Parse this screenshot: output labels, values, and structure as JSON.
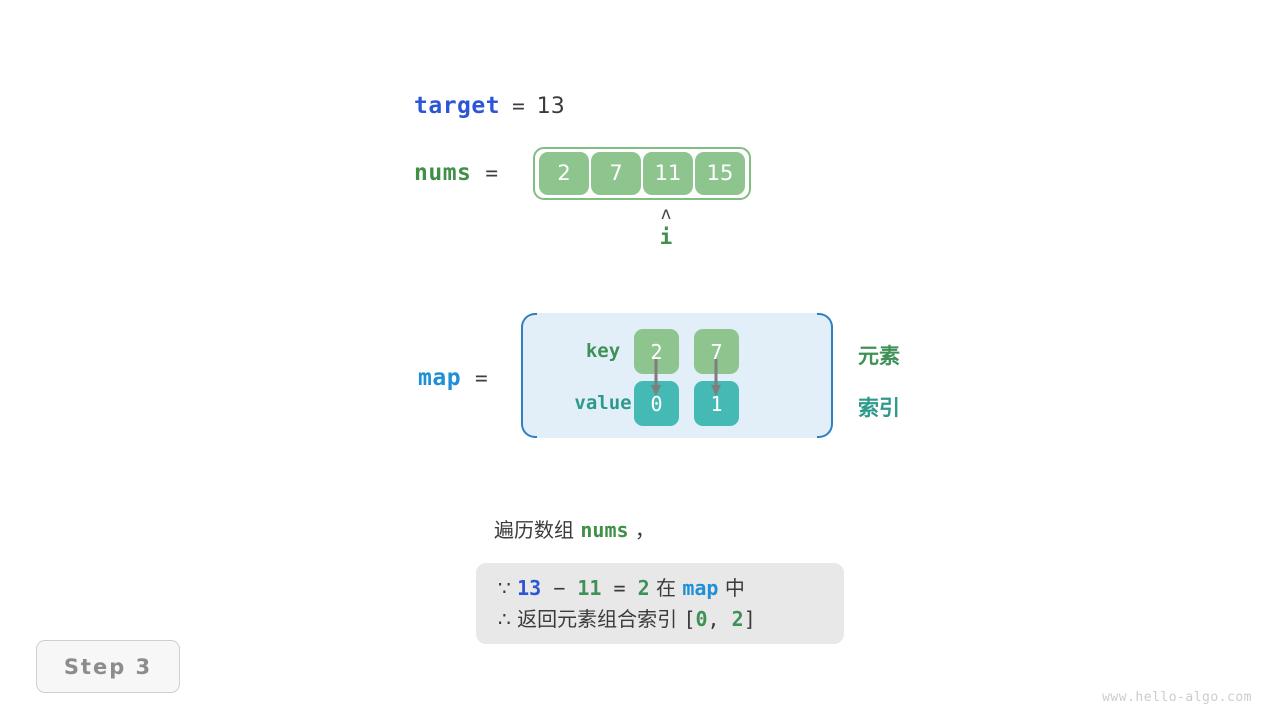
{
  "target": {
    "name": "target",
    "equals": "=",
    "value": "13"
  },
  "nums": {
    "name": "nums",
    "equals": "=",
    "cells": [
      "2",
      "7",
      "11",
      "15"
    ],
    "pointer": {
      "caret": "ʌ",
      "label": "i",
      "index": 2
    }
  },
  "map": {
    "name": "map",
    "equals": "=",
    "row_labels": {
      "key": "key",
      "value": "value"
    },
    "keys": [
      "2",
      "7"
    ],
    "values": [
      "0",
      "1"
    ],
    "side_labels": {
      "element": "元素",
      "index": "索引"
    }
  },
  "caption": {
    "prefix": "遍历数组 ",
    "code": "nums",
    "suffix": " ，"
  },
  "info_box": {
    "line1": {
      "symbol": "∵",
      "a": "13",
      "minus": "−",
      "b": "11",
      "eq": "=",
      "c": "2",
      "mid": "在",
      "map": "map",
      "end": "中"
    },
    "line2": {
      "symbol": "∴",
      "text": "返回元素组合索引",
      "open": "[",
      "i0": "0",
      "comma": ",",
      "i1": "2",
      "close": "]"
    }
  },
  "step_badge": {
    "label": "Step 3"
  },
  "watermark": {
    "text": "www.hello-algo.com"
  },
  "colors": {
    "blue_var": "#2d56d6",
    "green_var": "#409048",
    "cyan_var": "#1f8fd6",
    "cell_green": "#8ec48e",
    "cell_teal": "#45bab5",
    "map_bg": "#e2eff9",
    "map_border": "#2f7fc4",
    "info_bg": "#e8e8e8",
    "arrow_gray": "#7e7e7e"
  }
}
